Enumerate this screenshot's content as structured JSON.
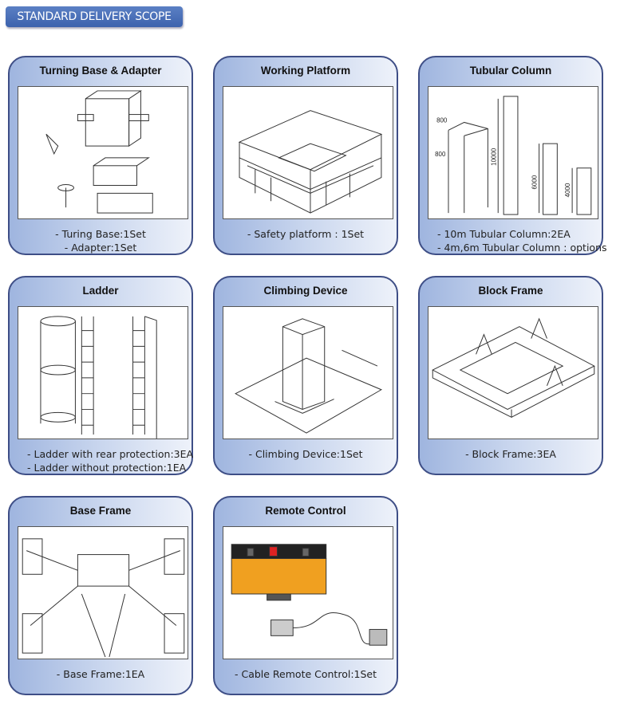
{
  "banner": "STANDARD DELIVERY SCOPE",
  "cards": [
    {
      "title": "Turning Base & Adapter",
      "lines": [
        "- Turing Base:1Set",
        "- Adapter:1Set"
      ]
    },
    {
      "title": "Working Platform",
      "lines": [
        "- Safety platform : 1Set"
      ]
    },
    {
      "title": "Tubular Column",
      "lines": [
        "- 10m Tubular Column:2EA",
        "- 4m,6m Tubular Column : options"
      ],
      "dims": [
        "800",
        "800",
        "10000",
        "6000",
        "4000"
      ]
    },
    {
      "title": "Ladder",
      "lines": [
        "- Ladder with rear protection:3EA",
        "- Ladder without protection:1EA"
      ]
    },
    {
      "title": "Climbing Device",
      "lines": [
        "- Climbing Device:1Set"
      ]
    },
    {
      "title": "Block Frame",
      "lines": [
        "- Block Frame:3EA"
      ]
    },
    {
      "title": "Base Frame",
      "lines": [
        "- Base Frame:1EA"
      ]
    },
    {
      "title": "Remote Control",
      "lines": [
        "- Cable Remote Control:1Set"
      ]
    }
  ]
}
